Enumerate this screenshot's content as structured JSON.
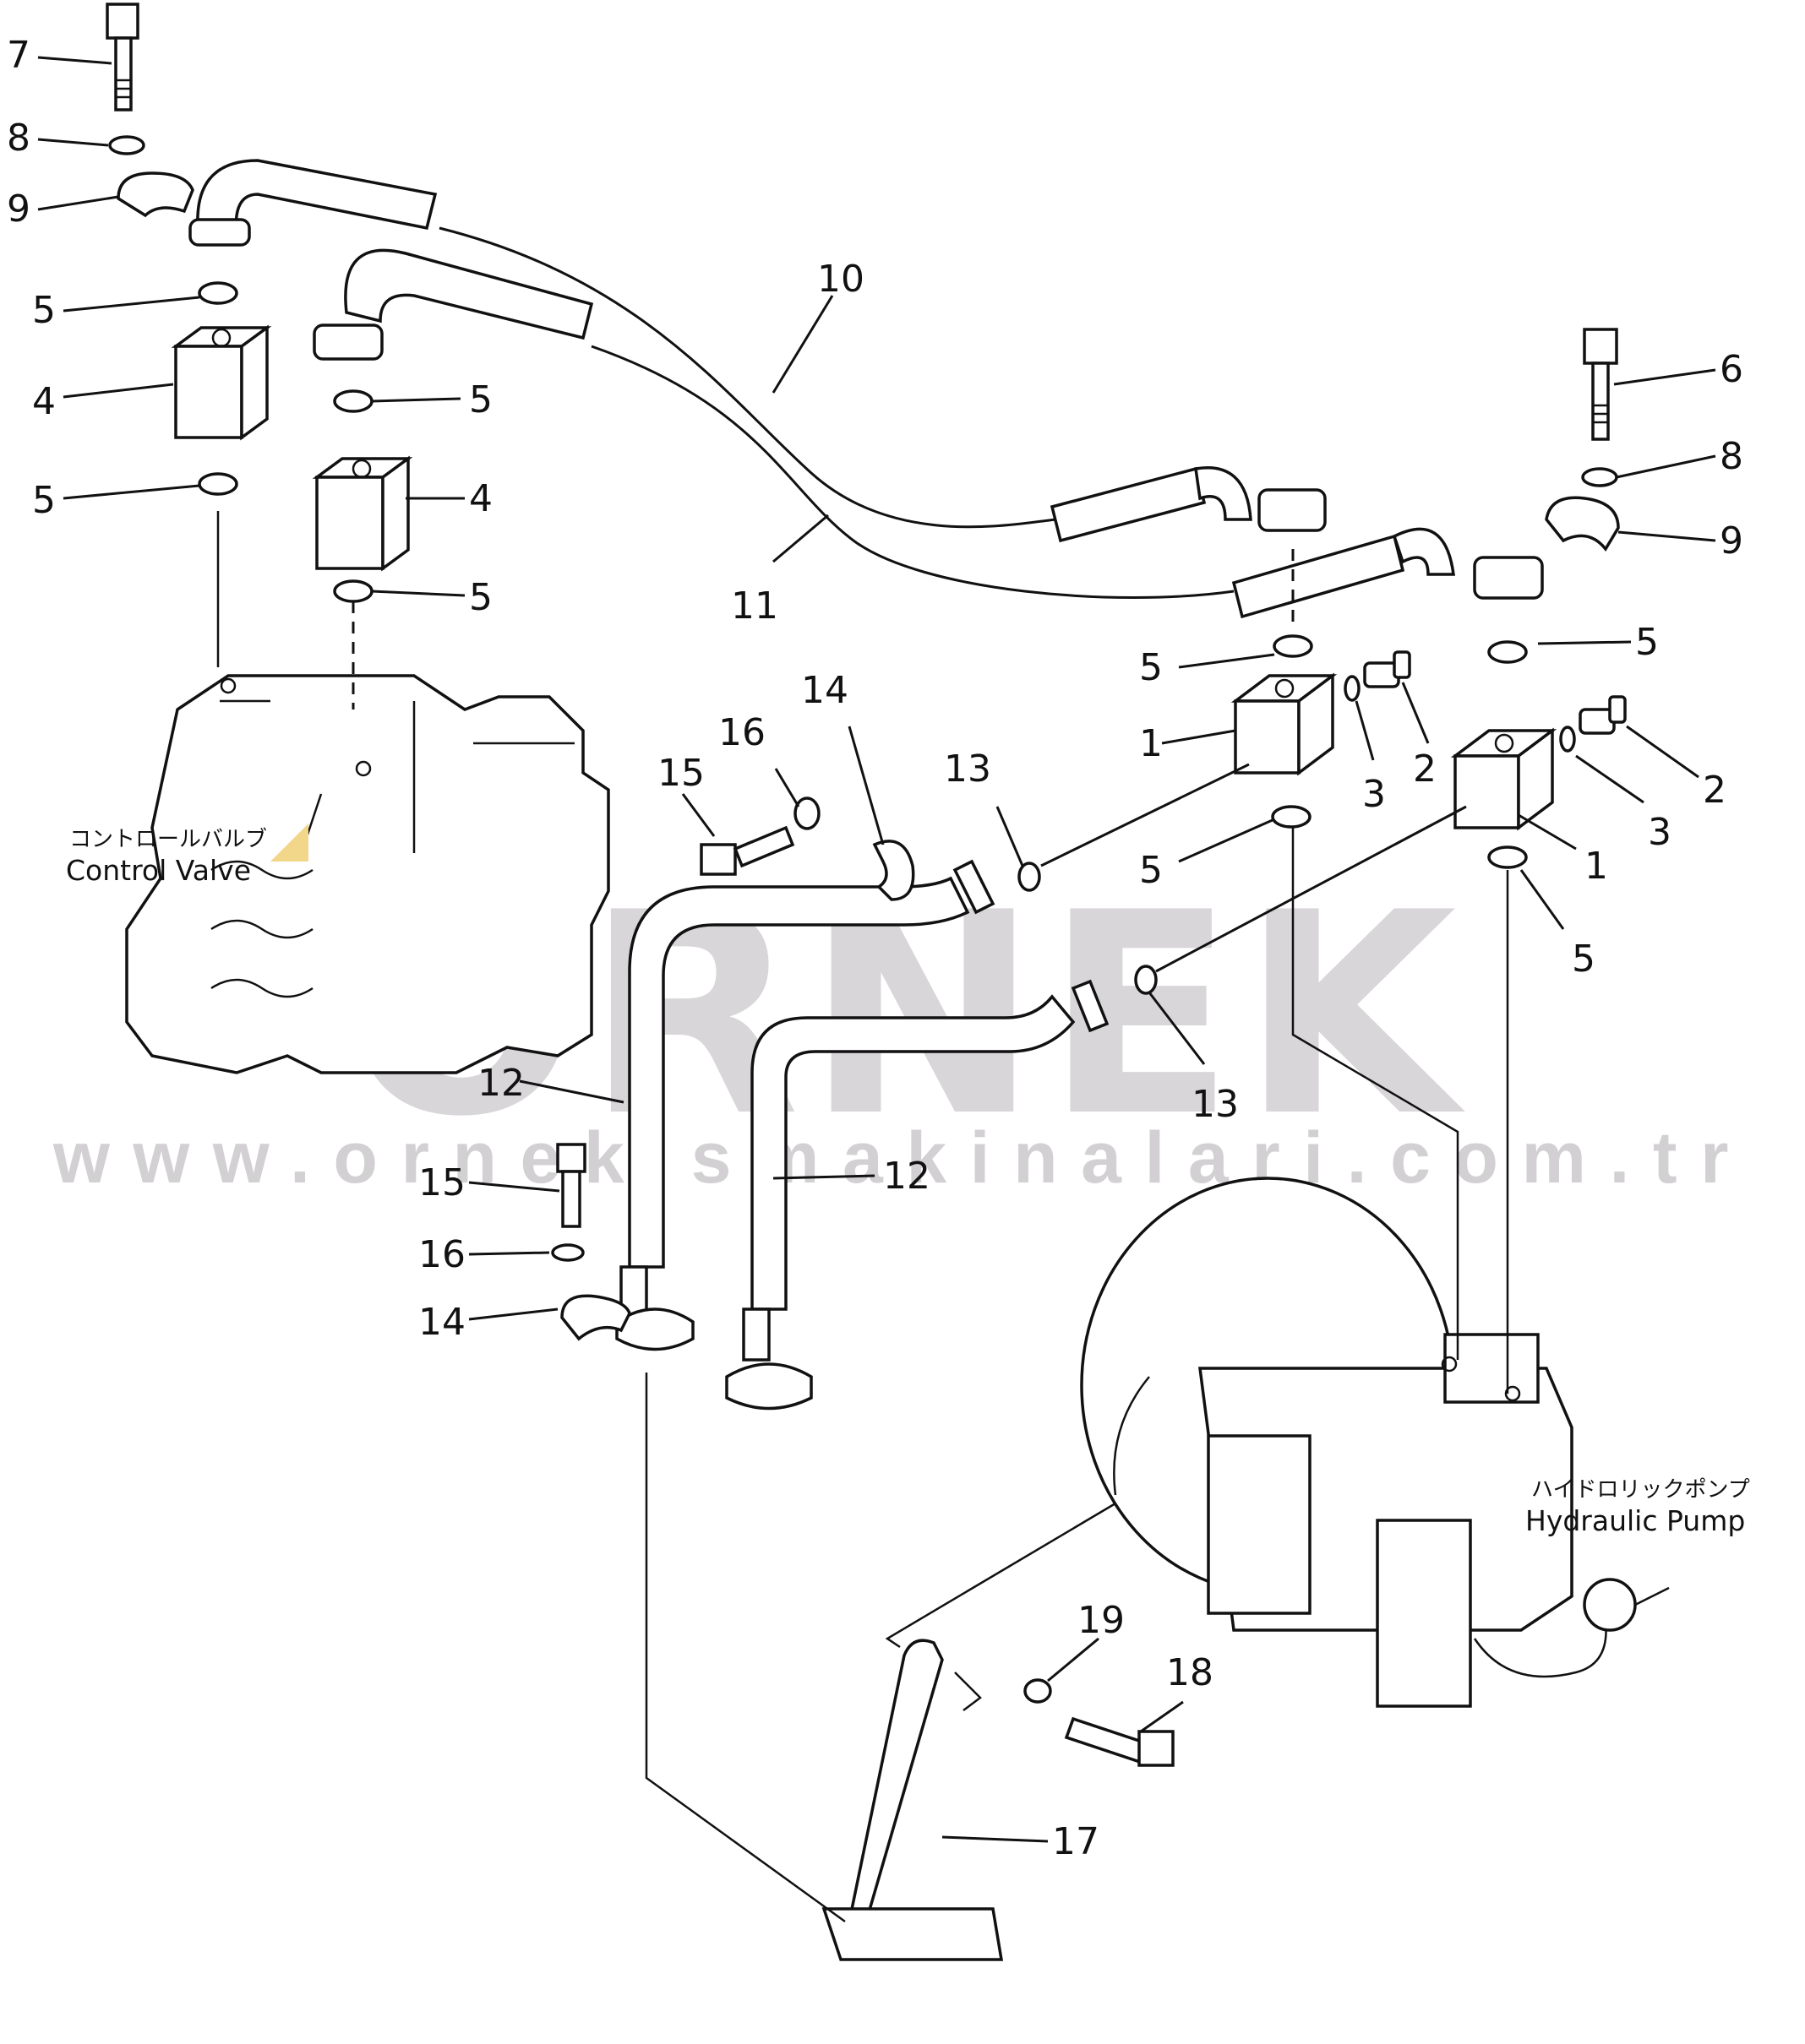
{
  "watermark": {
    "brand": "ORNEK",
    "url": "www.ornekismakinalari.com.tr"
  },
  "labels": {
    "control_valve_jp": "コントロールバルブ",
    "control_valve_en": "Control Valve",
    "hydraulic_pump_jp": "ハイドロリックポンプ",
    "hydraulic_pump_en": "Hydraulic Pump"
  },
  "callouts": {
    "c7": "7",
    "c8a": "8",
    "c9a": "9",
    "c5a": "5",
    "c4a": "4",
    "c5b": "5",
    "c5c": "5",
    "c4b": "4",
    "c5d": "5",
    "c10": "10",
    "c11": "11",
    "c6": "6",
    "c8b": "8",
    "c9b": "9",
    "c5e": "5",
    "c5f": "5",
    "c1a": "1",
    "c3a": "3",
    "c2a": "2",
    "c2b": "2",
    "c3b": "3",
    "c1b": "1",
    "c5g": "5",
    "c5h": "5",
    "c14a": "14",
    "c16a": "16",
    "c15a": "15",
    "c13a": "13",
    "c12a": "12",
    "c12b": "12",
    "c13b": "13",
    "c15b": "15",
    "c16b": "16",
    "c14b": "14",
    "c19": "19",
    "c18": "18",
    "c17": "17"
  },
  "colors": {
    "ink": "#111111",
    "watermark": "#d3d0d3",
    "accent": "#f2d78a"
  }
}
